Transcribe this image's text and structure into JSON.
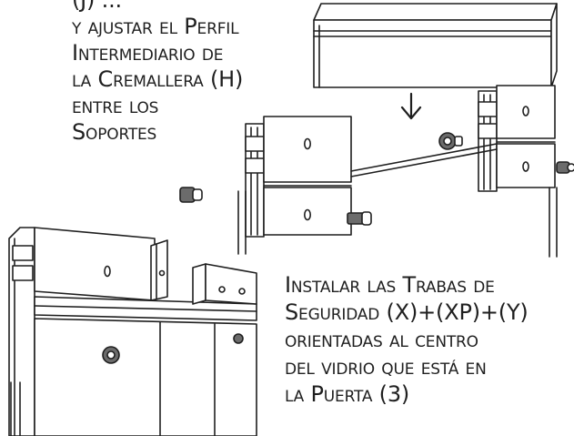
{
  "step_instruction": {
    "lines": [
      "(J) ...",
      "y ajustar el Perfil",
      "Intermediario de",
      "la Cremallera (H)",
      "entre los",
      "Soportes"
    ]
  },
  "safety_instruction": {
    "lines": [
      "Instalar las Trabas de",
      "Seguridad (X)+(XP)+(Y)",
      "orientadas al centro",
      "del vidrio que está en",
      "la Puerta (3)"
    ]
  },
  "colors": {
    "line": "#1f1f1f",
    "fill": "#ffffff",
    "shade": "#6b6b6b"
  },
  "icons": [
    "down-arrow-icon",
    "screw-icon",
    "bolt-icon",
    "hole-icon"
  ]
}
